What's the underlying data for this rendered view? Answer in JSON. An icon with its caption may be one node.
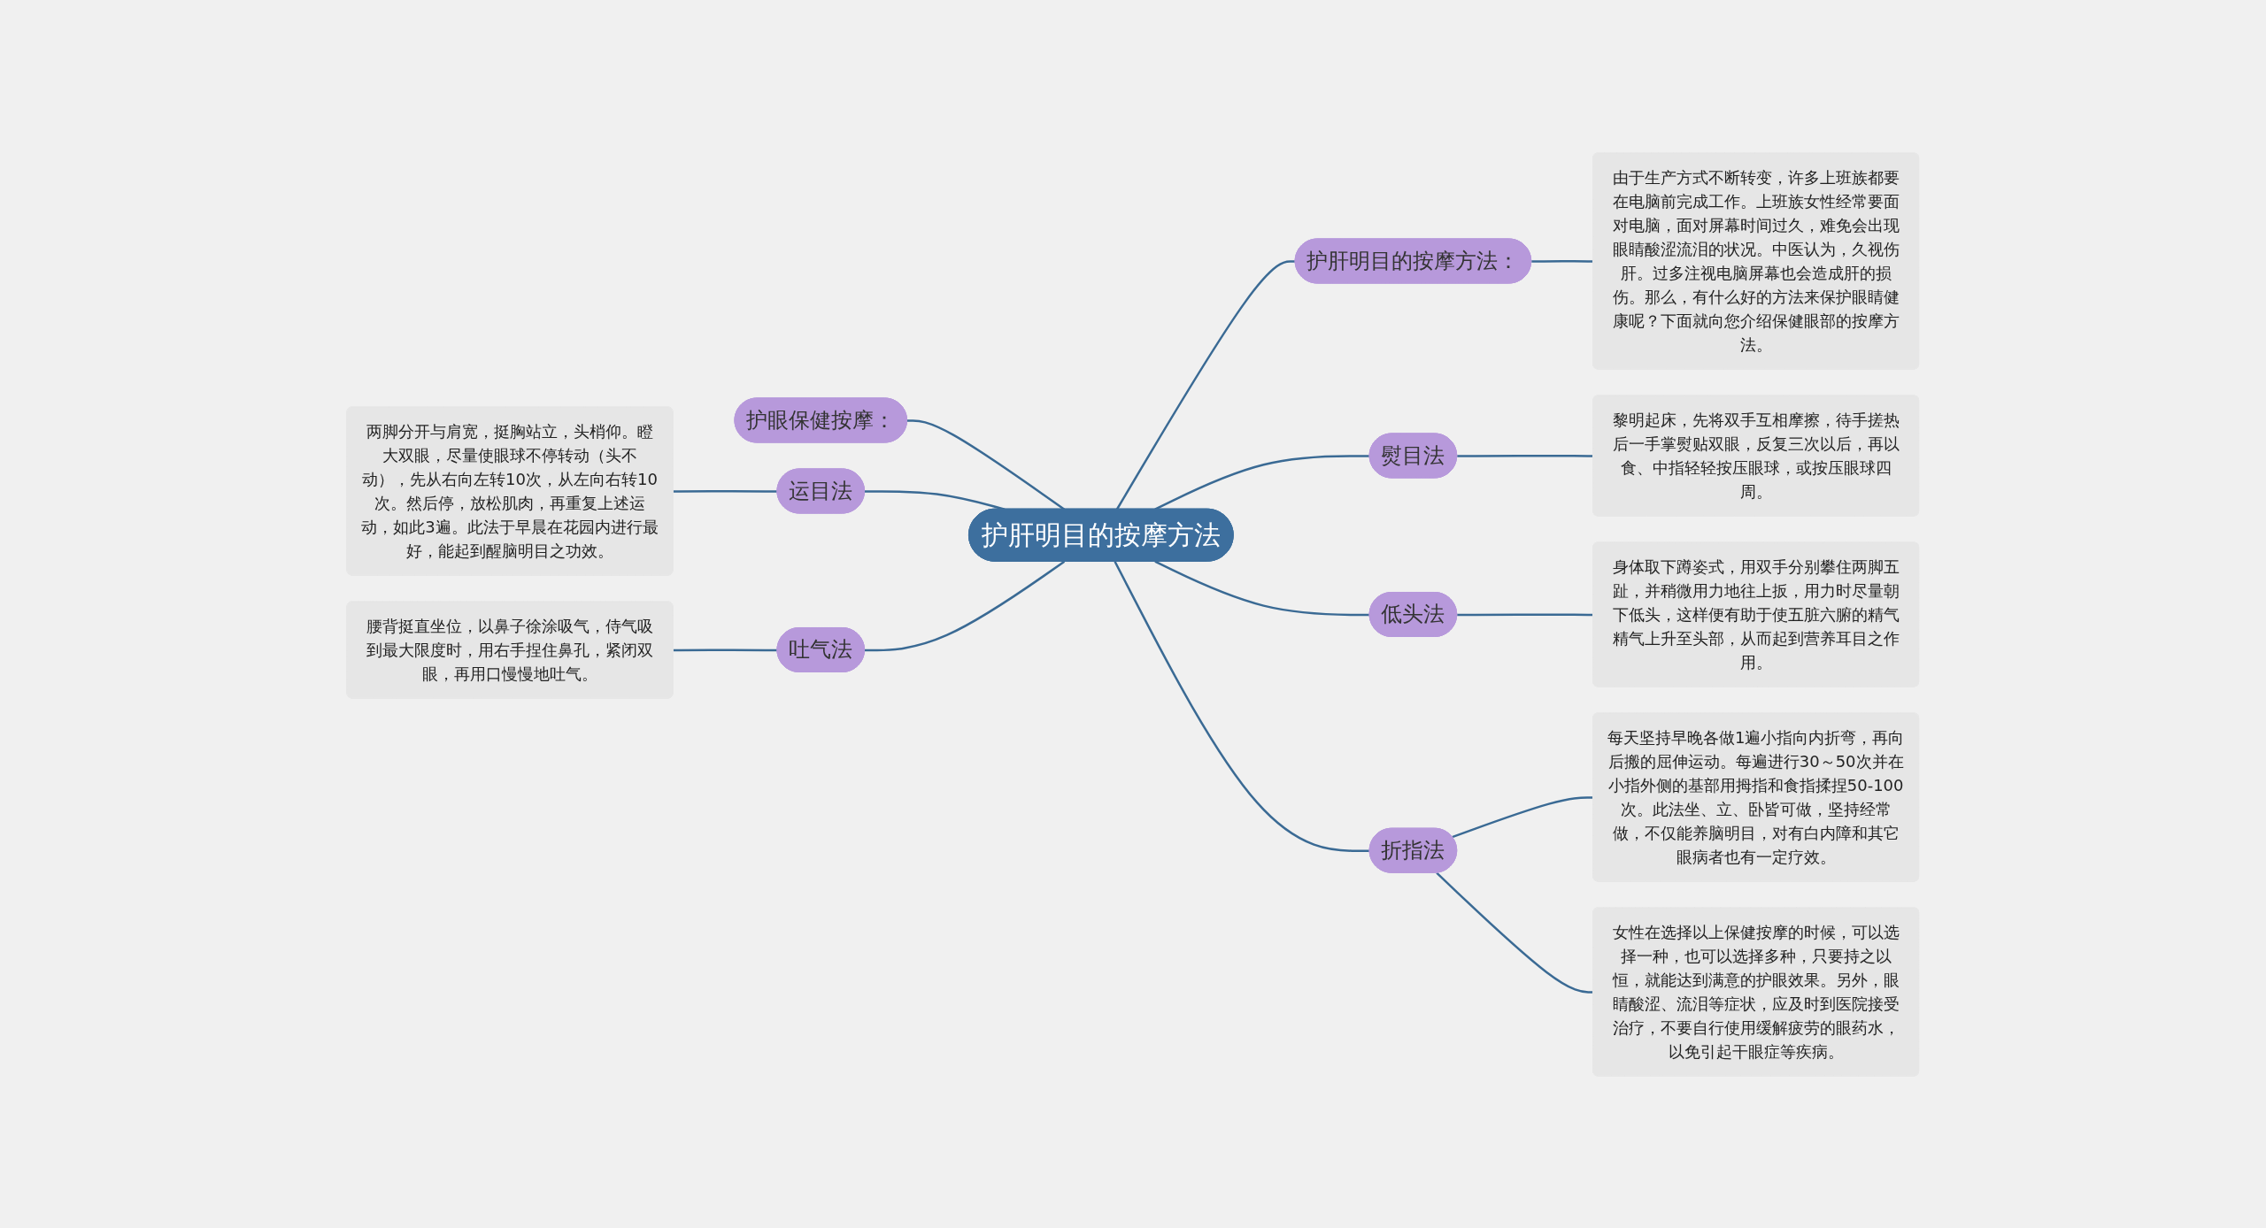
{
  "diagram": {
    "nodes": [
      {
        "text": [
          "护肝明目的按摩方法"
        ]
      },
      {
        "text": [
          "护肝明目的按摩方法："
        ]
      },
      {
        "text": [
          "由于生产方式不断转变，许多上班族都要在电脑前完成工作。上班族女性经常要面对电脑，面对屏幕时间过久，难免会出现眼睛酸涩流泪的状况。中医认为，久视伤肝。过多注视电脑屏幕也会造成肝的损伤。那么，有什么好的方法来保护眼睛健康呢？下面就向您介绍保健眼部的按摩方法。"
        ]
      },
      {
        "text": [
          "护眼保健按摩："
        ]
      },
      {
        "text": [
          "熨目法"
        ]
      },
      {
        "text": [
          "黎明起床，先将双手互相摩擦，待手搓热后一手掌熨贴双眼，反复三次以后，再以食、中指轻轻按压眼球，或按压眼球四周。"
        ]
      },
      {
        "text": [
          "运目法"
        ]
      },
      {
        "text": [
          "两脚分开与肩宽，挺胸站立，头梢仰。瞪大双眼，尽量使眼球不停转动（头不动），先从右向左转10次，从左向右转10次。然后停，放松肌肉，再重复上述运动，如此3遍。此法于早晨在花园内进行最好，能起到醒脑明目之功效。"
        ]
      },
      {
        "text": [
          "低头法"
        ]
      },
      {
        "text": [
          "身体取下蹲姿式，用双手分别攀住两脚五趾，并稍微用力地往上扳，用力时尽量朝下低头，这样便有助于使五脏六腑的精气精气上升至头部，从而起到营养耳目之作用。"
        ]
      },
      {
        "text": [
          "吐气法"
        ]
      },
      {
        "text": [
          "腰背挺直坐位，以鼻子徐涂吸气，侍气吸到最大限度时，用右手捏住鼻孔，紧闭双眼，再用口慢慢地吐气。"
        ]
      },
      {
        "text": [
          "折指法"
        ]
      },
      {
        "text": [
          "每天坚持早晚各做1遍小指向内折弯，再向后搬的屈伸运动。每遍进行30～50次并在小指外侧的基部用拇指和食指揉捏50-100次。此法坐、立、卧皆可做，坚持经常做，不仅能养脑明目，对有白内障和其它眼病者也有一定疗效。"
        ]
      },
      {
        "text": [
          "女性在选择以上保健按摩的时候，可以选择一种，也可以选择多种，只要持之以恒，就能达到满意的护眼效果。另外，眼睛酸涩、流泪等症状，应及时到医院接受治疗，不要自行使用缓解疲劳的眼药水，以免引起干眼症等疾病。"
        ]
      }
    ],
    "edges": [
      {
        "from": 3,
        "to": 0,
        "arrow": "none"
      },
      {
        "from": 7,
        "to": 6,
        "arrow": "none"
      },
      {
        "from": 6,
        "to": 0,
        "arrow": "none"
      },
      {
        "from": 11,
        "to": 10,
        "arrow": "none"
      },
      {
        "from": 10,
        "to": 0,
        "arrow": "none"
      },
      {
        "from": 0,
        "to": 1,
        "arrow": "none"
      },
      {
        "from": 1,
        "to": 2,
        "arrow": "none"
      },
      {
        "from": 0,
        "to": 4,
        "arrow": "none"
      },
      {
        "from": 4,
        "to": 5,
        "arrow": "none"
      },
      {
        "from": 0,
        "to": 8,
        "arrow": "none"
      },
      {
        "from": 8,
        "to": 9,
        "arrow": "none"
      },
      {
        "from": 0,
        "to": 12,
        "arrow": "none"
      },
      {
        "from": 12,
        "to": 13,
        "arrow": "none"
      },
      {
        "from": 12,
        "to": 14,
        "arrow": "none"
      }
    ]
  }
}
